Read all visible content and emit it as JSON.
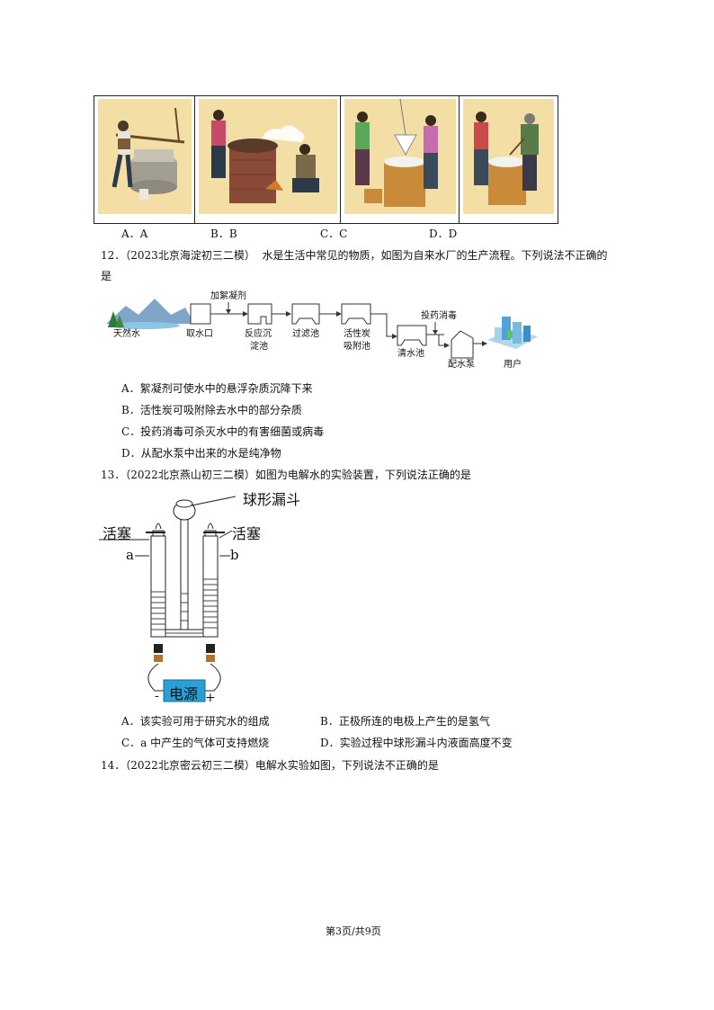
{
  "q11": {
    "options": [
      "A．A",
      "B．B",
      "C．C",
      "D．D"
    ]
  },
  "q12": {
    "number": "12．",
    "source": "（2023北京海淀初三二模）",
    "stem_line1": "水是生活中常见的物质，如图为自来水厂的生产流程。下列说法不正确的",
    "stem_line2": "是",
    "flow": {
      "natural_water": "天然水",
      "intake": "取水口",
      "coagulant": "加絮凝剂",
      "sedimentation_1": "反应沉",
      "sedimentation_2": "淀池",
      "filter": "过滤池",
      "carbon_1": "活性炭",
      "carbon_2": "吸附池",
      "clear_water": "清水池",
      "disinfect": "投药消毒",
      "pump": "配水泵",
      "users": "用户"
    },
    "choices": [
      "A．絮凝剂可使水中的悬浮杂质沉降下来",
      "B．活性炭可吸附除去水中的部分杂质",
      "C．投药消毒可杀灭水中的有害细菌或病毒",
      "D．从配水泵中出来的水是纯净物"
    ]
  },
  "q13": {
    "number": "13．",
    "source": "（2022北京燕山初三二模）",
    "stem": "如图为电解水的实验装置，下列说法正确的是",
    "diagram": {
      "funnel": "球形漏斗",
      "stopcock_left": "活塞",
      "stopcock_right": "活塞",
      "tube_a": "a",
      "tube_b": "b",
      "power": "电源",
      "minus": "-",
      "plus": "+"
    },
    "choices": [
      "A．该实验可用于研究水的组成",
      "B．正极所连的电极上产生的是氢气",
      "C．a 中产生的气体可支持燃烧",
      "D．实验过程中球形漏斗内液面高度不变"
    ]
  },
  "q14": {
    "number": "14．",
    "source": "（2022北京密云初三二模）",
    "stem": "电解水实验如图，下列说法不正确的是"
  },
  "footer": "第3页/共9页",
  "colors": {
    "power_box": "#2a9fd6",
    "illustration_bg": "#f3dfa6"
  }
}
